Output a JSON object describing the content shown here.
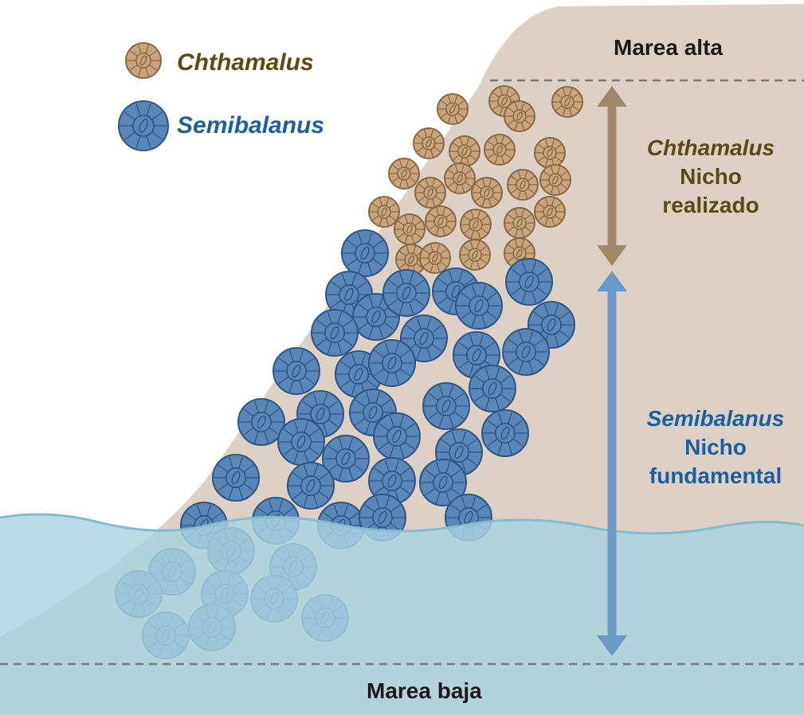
{
  "legend": [
    {
      "name": "Chthamalus",
      "color": "#5a4a14",
      "fill": "#c9a47f",
      "stroke": "#8a6a45"
    },
    {
      "name": "Semibalanus",
      "color": "#1e5e9e",
      "fill": "#5b86b8",
      "stroke": "#2f5687"
    }
  ],
  "tide_labels": {
    "high": "Marea alta",
    "low": "Marea baja"
  },
  "niches": {
    "chthamalus": {
      "species": "Chthamalus",
      "line1": "Nicho",
      "line2": "realizado",
      "color": "#5a4a14",
      "arrow_color": "#a08868"
    },
    "semibalanus": {
      "species": "Semibalanus",
      "line1": "Nicho",
      "line2": "fundamental",
      "color": "#1e5e9e",
      "arrow_color": "#6a98c8"
    }
  },
  "colors": {
    "rock": "#dcd1c4",
    "water": "#a9d3e0",
    "tide_line": "#7a7a7a"
  }
}
